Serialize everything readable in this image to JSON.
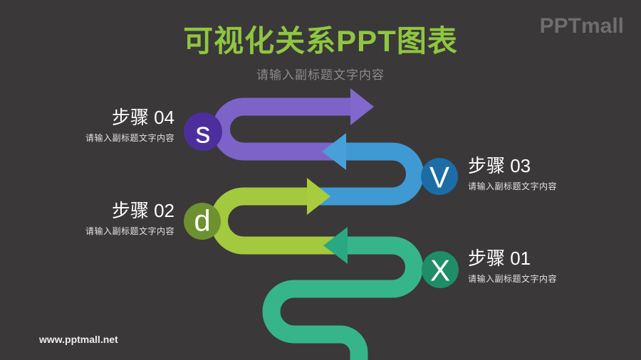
{
  "page": {
    "background_color": "#3a3839"
  },
  "header": {
    "title": "可视化关系PPT图表",
    "title_color": "#8fc640",
    "subtitle": "请输入副标题文字内容"
  },
  "brand": {
    "logo": "PPTmall",
    "website": "www.pptmall.net"
  },
  "diagram": {
    "type": "serpentine-arrow-process",
    "steps": [
      {
        "label": "步骤 01",
        "desc": "请输入副标题文字内容",
        "glyph": "X",
        "arrow_direction": "left",
        "arrow_color": "#36b58a",
        "arrowhead_color": "#29a981",
        "circle_color": "#1f8e68"
      },
      {
        "label": "步骤 02",
        "desc": "请输入副标题文字内容",
        "glyph": "d",
        "arrow_direction": "right",
        "arrow_color": "#a3c93e",
        "arrowhead_color": "#a8cc3e",
        "circle_color": "#6d9130"
      },
      {
        "label": "步骤 03",
        "desc": "请输入副标题文字内容",
        "glyph": "V",
        "arrow_direction": "left",
        "arrow_color": "#3f9ad4",
        "arrowhead_color": "#47a0d7",
        "circle_color": "#1c6da6"
      },
      {
        "label": "步骤 04",
        "desc": "请输入副标题文字内容",
        "glyph": "s",
        "arrow_direction": "right",
        "arrow_color": "#7d63c8",
        "arrowhead_color": "#8168cc",
        "circle_color": "#4c2f9c"
      }
    ]
  }
}
